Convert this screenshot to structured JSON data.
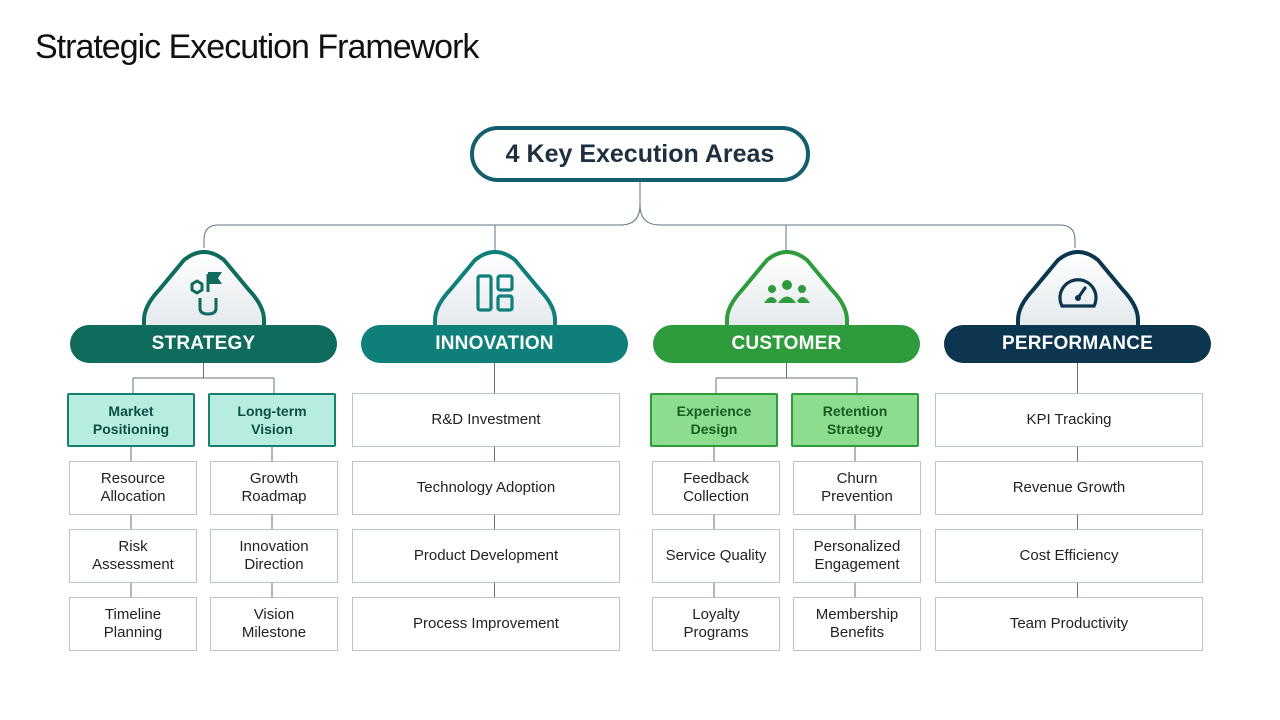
{
  "title": "Strategic Execution Framework",
  "center": "4 Key Execution Areas",
  "areas": [
    {
      "label": "STRATEGY",
      "icon": "flag-chess-icon",
      "color": "#0f6b5c",
      "highlight": [
        "Market\nPositioning",
        "Long-term\nVision"
      ],
      "columns": [
        [
          "Resource\nAllocation",
          "Risk\nAssessment",
          "Timeline\nPlanning"
        ],
        [
          "Growth\nRoadmap",
          "Innovation\nDirection",
          "Vision\nMilestone"
        ]
      ]
    },
    {
      "label": "INNOVATION",
      "icon": "layout-grid-icon",
      "color": "#0f7f7a",
      "items": [
        "R&D Investment",
        "Technology Adoption",
        "Product Development",
        "Process Improvement"
      ]
    },
    {
      "label": "CUSTOMER",
      "icon": "users-icon",
      "color": "#2e9c3c",
      "highlight": [
        "Experience\nDesign",
        "Retention\nStrategy"
      ],
      "columns": [
        [
          "Feedback\nCollection",
          "Service Quality",
          "Loyalty\nPrograms"
        ],
        [
          "Churn\nPrevention",
          "Personalized\nEngagement",
          "Membership\nBenefits"
        ]
      ]
    },
    {
      "label": "PERFORMANCE",
      "icon": "speedometer-icon",
      "color": "#0c3550",
      "items": [
        "KPI Tracking",
        "Revenue Growth",
        "Cost Efficiency",
        "Team Productivity"
      ]
    }
  ]
}
